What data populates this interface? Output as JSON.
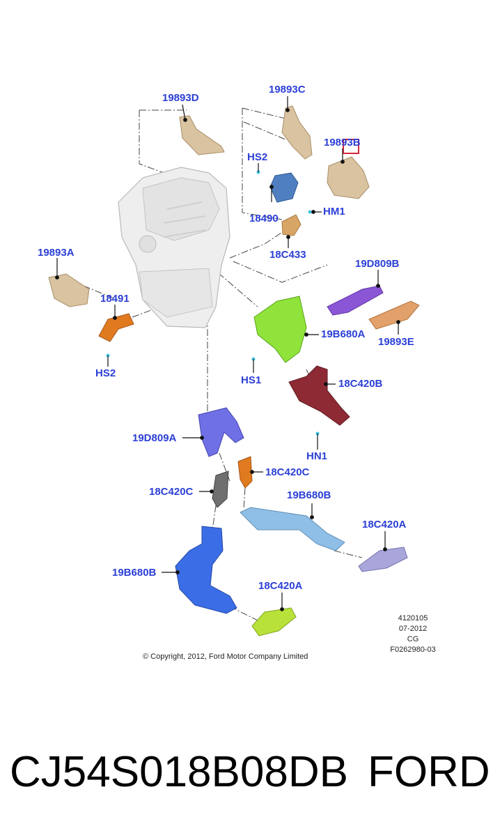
{
  "diagram": {
    "callouts": {
      "c_19893D": "19893D",
      "c_19893C": "19893C",
      "c_19893B": "19893B",
      "c_HS2_top": "HS2",
      "c_18490": "18490",
      "c_HM1": "HM1",
      "c_18C433": "18C433",
      "c_19893A": "19893A",
      "c_18491": "18491",
      "c_HS2_left": "HS2",
      "c_19D809B": "19D809B",
      "c_19B680A": "19B680A",
      "c_19893E": "19893E",
      "c_HS1": "HS1",
      "c_18C420B": "18C420B",
      "c_HN1": "HN1",
      "c_19D809A": "19D809A",
      "c_18C420C_right": "18C420C",
      "c_18C420C_left": "18C420C",
      "c_19B680B_right": "19B680B",
      "c_18C420A_right": "18C420A",
      "c_19B680B_left": "19B680B",
      "c_18C420A_bottom": "18C420A"
    },
    "info_block": [
      "4120105",
      "07-2012",
      "CG",
      "F0262980-03"
    ],
    "copyright": "© Copyright, 2012, Ford Motor Company Limited"
  },
  "footer": {
    "part_number": "CJ54S018B08DB",
    "brand": "FORD"
  },
  "colors": {
    "callout_text": "#2b3fd6",
    "highlight_box": "#d9263a",
    "fastener": "#3ec6e0",
    "tan_part": "#d9c3a0",
    "steel_blue": "#4f7fc0",
    "orange": "#e07a1f",
    "green": "#8fe33a",
    "purple": "#8a56d6",
    "maroon": "#8e2a34",
    "violet_blue": "#6f6fe6",
    "grey": "#6f6f6f",
    "light_blue": "#8fbfe6",
    "lavender": "#a9a6dc",
    "blue": "#3b6ee6",
    "lime": "#b8e23a"
  }
}
